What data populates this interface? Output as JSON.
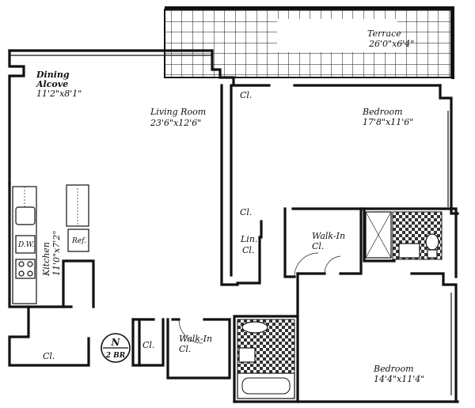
{
  "plan": {
    "rooms": [
      {
        "id": "terrace",
        "name": "Terrace",
        "dims": "26'0\"x6'4\""
      },
      {
        "id": "dining",
        "name": "Dining",
        "name2": "Alcove",
        "dims": "11'2\"x8'1\""
      },
      {
        "id": "living",
        "name": "Living Room",
        "dims": "23'6\"x12'6\""
      },
      {
        "id": "bedroom1",
        "name": "Bedroom",
        "dims": "17'8\"x11'6\""
      },
      {
        "id": "kitchen",
        "name": "Kitchen",
        "dims": "11'0\"x7'2\""
      },
      {
        "id": "walkin1",
        "name": "Walk-In",
        "name2": "Cl."
      },
      {
        "id": "walkin2",
        "name": "Walk-In",
        "name2": "Cl."
      },
      {
        "id": "bedroom2",
        "name": "Bedroom",
        "dims": "14'4\"x11'4\""
      }
    ],
    "labels": {
      "closet": "Cl.",
      "linen": "Lin.",
      "dw": "D.W.",
      "ref": "Ref."
    },
    "compass": {
      "north": "N",
      "unit_type": "2 BR"
    }
  }
}
